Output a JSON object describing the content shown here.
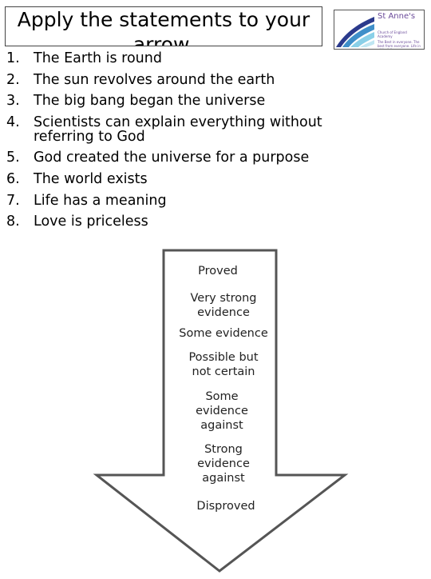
{
  "title": "Apply the statements to your arrow.",
  "logo": {
    "name": "St Anne's",
    "subtitle": "Church of England Academy",
    "tagline": "The Best in everyone. The best from everyone. Life in all its fullness."
  },
  "statements": [
    {
      "num": "1.",
      "text": "The Earth is round"
    },
    {
      "num": "2.",
      "text": "The sun revolves around the earth"
    },
    {
      "num": "3.",
      "text": "The big bang began the universe"
    },
    {
      "num": "4.",
      "text": "Scientists can explain everything without referring to God"
    },
    {
      "num": "5.",
      "text": "God created the universe for a purpose"
    },
    {
      "num": "6.",
      "text": "The world exists"
    },
    {
      "num": "7.",
      "text": "Life has a meaning"
    },
    {
      "num": "8.",
      "text": "Love is priceless"
    }
  ],
  "arrow_scale": [
    "Proved",
    "Very strong evidence",
    "Some evidence",
    "Possible but not certain",
    "Some evidence against",
    "Strong evidence against",
    "Disproved"
  ],
  "colors": {
    "logo_text": "#6a4a9a",
    "logo_wave_1": "#2b3a8c",
    "logo_wave_2": "#3f8fc9",
    "logo_wave_3": "#8ad0e8"
  }
}
